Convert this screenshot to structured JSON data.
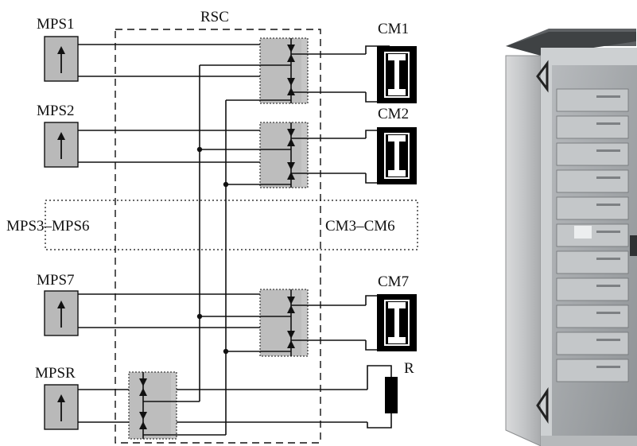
{
  "labels": {
    "rsc": "RSC",
    "mps": [
      "MPS1",
      "MPS2",
      "MPS7",
      "MPSR"
    ],
    "cm": [
      "CM1",
      "CM2",
      "CM7"
    ],
    "resistor": "R",
    "group_left": "MPS3–MPS6",
    "group_right": "CM3–CM6"
  },
  "colors": {
    "line": "#111111",
    "box_fill": "#b9b9b9",
    "switch_fill": "#c6c6c6",
    "magnet": "#000000",
    "cabinet_body": "#c9cbcd",
    "cabinet_glass": "#9fa3a6"
  },
  "icons": {
    "mps": "up-arrow-icon",
    "cm": "magnet-core-icon",
    "resistor": "resistor-icon",
    "switch": "switch-contact-icon"
  }
}
